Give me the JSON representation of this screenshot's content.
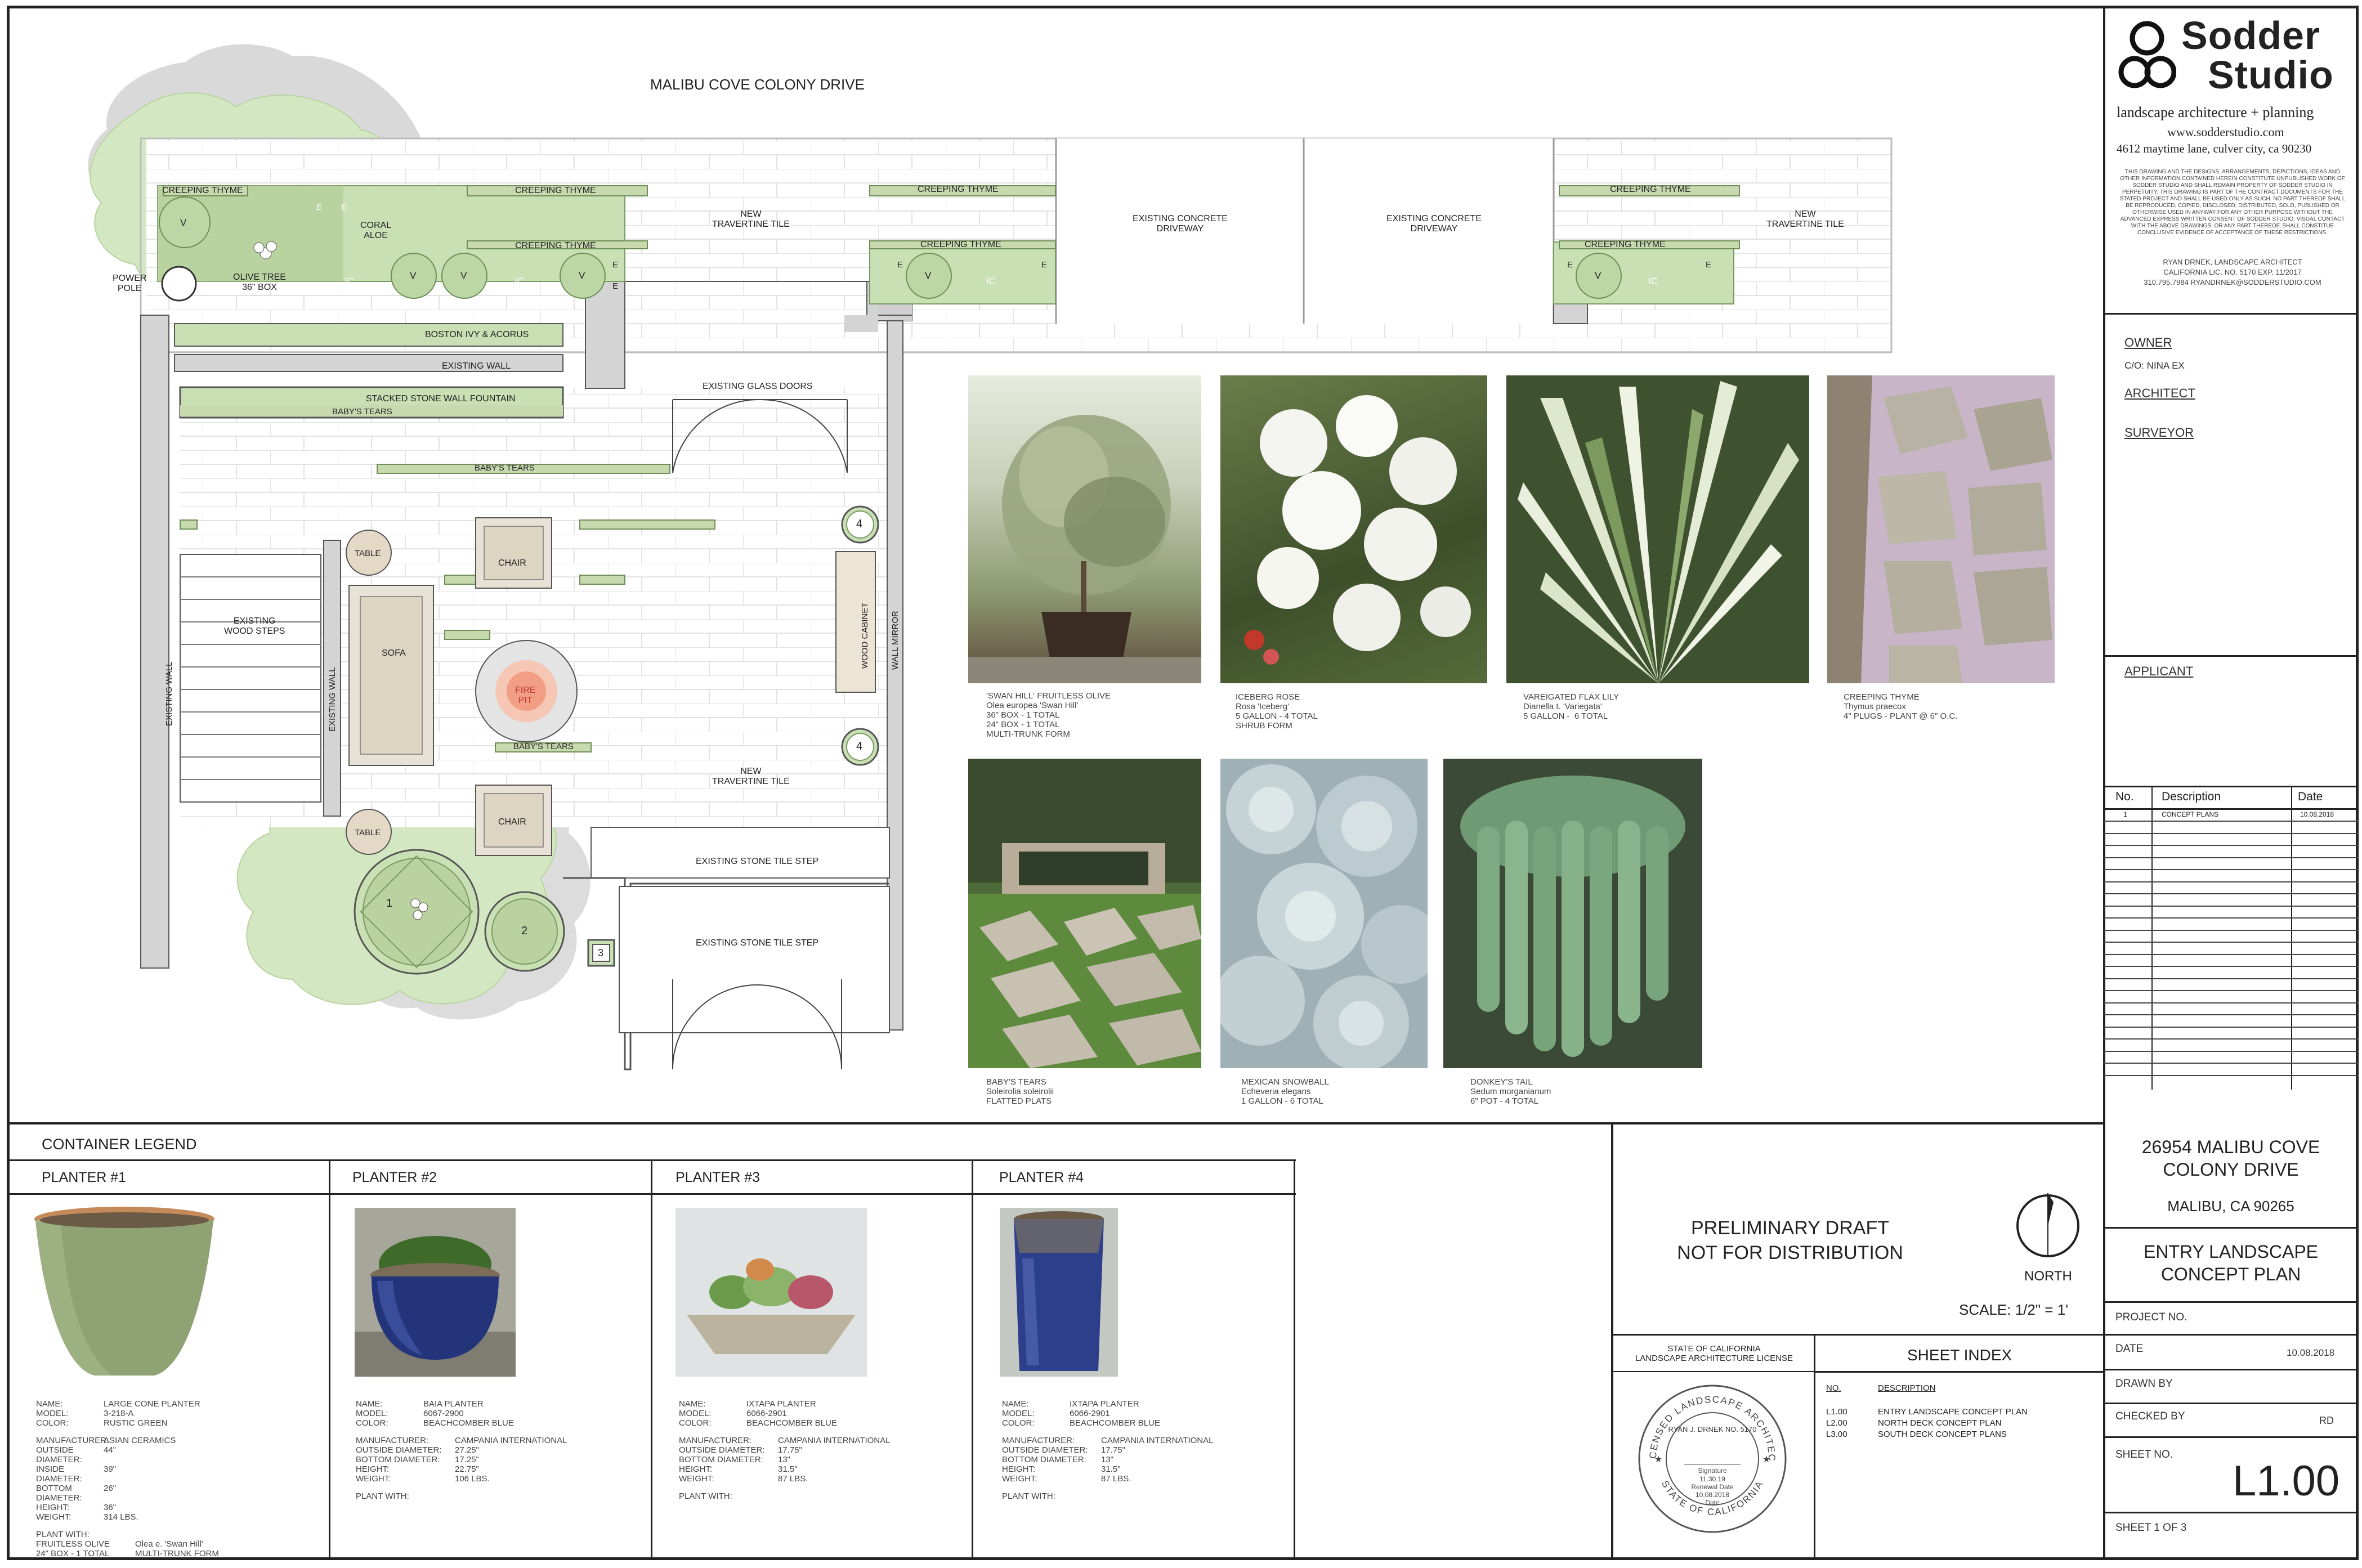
{
  "plan": {
    "street": "MALIBU COVE COLONY DRIVE",
    "labels": {
      "creeping_thyme": "CREEPING THYME",
      "new_travertine": "NEW\nTRAVERTINE TILE",
      "existing_driveway": "EXISTING CONCRETE\nDRIVEWAY",
      "coral_aloe": "CORAL\nALOE",
      "olive_tree": "OLIVE TREE\n36\" BOX",
      "power_pole": "POWER\nPOLE",
      "boston_ivy": "BOSTON IVY & ACORUS",
      "existing_wall": "EXISTING WALL",
      "fountain": "STACKED STONE WALL FOUNTAIN",
      "babys_tears": "BABY'S TEARS",
      "glass_doors": "EXISTING GLASS DOORS",
      "table": "TABLE",
      "chair": "CHAIR",
      "sofa": "SOFA",
      "fire_pit": "FIRE\nPIT",
      "wood_steps": "EXISTING\nWOOD STEPS",
      "wood_cabinet": "WOOD CABINET",
      "wall_mirror": "WALL MIRROR",
      "stone_step": "EXISTING STONE TILE STEP",
      "ic": "IC",
      "v": "V",
      "e": "E",
      "n1": "1",
      "n2": "2",
      "n3": "3",
      "n4": "4"
    }
  },
  "plants": [
    {
      "caption": "'SWAN HILL' FRUITLESS OLIVE\nOlea europea 'Swan Hill'\n36\" BOX - 1 TOTAL\n24\" BOX - 1 TOTAL\nMULTI-TRUNK FORM"
    },
    {
      "caption": "ICEBERG ROSE\nRosa 'Iceberg'\n5 GALLON - 4 TOTAL\nSHRUB FORM"
    },
    {
      "caption": "VAREIGATED FLAX LILY\nDianella t. 'Variegata'\n5 GALLON -  6 TOTAL"
    },
    {
      "caption": "CREEPING THYME\nThymus praecox\n4\" PLUGS - PLANT @ 6\" O.C."
    },
    {
      "caption": "BABY'S TEARS\nSoleirolia soleirolii\nFLATTED PLATS"
    },
    {
      "caption": "MEXICAN SNOWBALL\nEcheveria elegans\n1 GALLON - 6 TOTAL"
    },
    {
      "caption": "DONKEY'S TAIL\nSedum morganianum\n6\" POT - 4 TOTAL"
    }
  ],
  "legend": {
    "title": "CONTAINER LEGEND",
    "planters": [
      {
        "heading": "PLANTER #1",
        "name": "LARGE CONE PLANTER",
        "model": "3-218-A",
        "color": "RUSTIC GREEN",
        "manufacturer": "ASIAN CERAMICS",
        "dims": [
          [
            "OUTSIDE DIAMETER:",
            "44\""
          ],
          [
            "INSIDE DIAMETER:",
            "39\""
          ],
          [
            "BOTTOM DIAMETER:",
            "26\""
          ],
          [
            "HEIGHT:",
            "36\""
          ],
          [
            "WEIGHT:",
            "314 LBS."
          ]
        ],
        "plant_with": "PLANT WITH:",
        "plant_rows": [
          [
            "FRUITLESS OLIVE",
            "Olea e. 'Swan Hill'"
          ],
          [
            "24\" BOX - 1 TOTAL",
            "MULTI-TRUNK FORM"
          ]
        ]
      },
      {
        "heading": "PLANTER #2",
        "name": "BAIA PLANTER",
        "model": "6067-2900",
        "color": "BEACHCOMBER BLUE",
        "manufacturer": "CAMPANIA INTERNATIONAL",
        "dims": [
          [
            "OUTSIDE DIAMETER:",
            "27.25\""
          ],
          [
            "BOTTOM DIAMETER:",
            "17.25\""
          ],
          [
            "HEIGHT:",
            "22.75\""
          ],
          [
            "WEIGHT:",
            "106 LBS."
          ]
        ],
        "plant_with": "PLANT WITH:",
        "plant_rows": []
      },
      {
        "heading": "PLANTER #3",
        "name": "IXTAPA PLANTER",
        "model": "6066-2901",
        "color": "BEACHCOMBER BLUE",
        "manufacturer": "CAMPANIA INTERNATIONAL",
        "dims": [
          [
            "OUTSIDE DIAMETER:",
            "17.75\""
          ],
          [
            "BOTTOM DIAMETER:",
            "13\""
          ],
          [
            "HEIGHT:",
            "31.5\""
          ],
          [
            "WEIGHT:",
            "87 LBS."
          ]
        ],
        "plant_with": "PLANT WITH:",
        "plant_rows": []
      },
      {
        "heading": "PLANTER #4",
        "name": "IXTAPA PLANTER",
        "model": "6066-2901",
        "color": "BEACHCOMBER BLUE",
        "manufacturer": "CAMPANIA INTERNATIONAL",
        "dims": [
          [
            "OUTSIDE DIAMETER:",
            "17.75\""
          ],
          [
            "BOTTOM DIAMETER:",
            "13\""
          ],
          [
            "HEIGHT:",
            "31.5\""
          ],
          [
            "WEIGHT:",
            "87 LBS."
          ]
        ],
        "plant_with": "PLANT WITH:",
        "plant_rows": []
      }
    ],
    "keys": {
      "name": "NAME:",
      "model": "MODEL:",
      "color": "COLOR:",
      "manufacturer": "MANUFACTURER:"
    }
  },
  "notes": {
    "draft": "PRELIMINARY DRAFT\nNOT FOR DISTRIBUTION",
    "north": "NORTH",
    "scale": "SCALE:  1/2\" = 1'",
    "license": "STATE OF CALIFORNIA\nLANDSCAPE ARCHITECTURE LICENSE",
    "seal": {
      "top": "LICENSED LANDSCAPE ARCHITECT",
      "bottom": "STATE OF CALIFORNIA",
      "name": "RYAN J. DRNEK  NO. 5170",
      "signature": "Signature",
      "expires": "11.30.19",
      "renewal": "Renewal Date",
      "date": "10.08.2018",
      "date_label": "Date"
    }
  },
  "sheet_index": {
    "title": "SHEET INDEX",
    "col_no": "NO.",
    "col_desc": "DESCRIPTION",
    "rows": [
      [
        "L1.00",
        "ENTRY LANDSCAPE CONCEPT PLAN"
      ],
      [
        "L2.00",
        "NORTH DECK CONCEPT PLAN"
      ],
      [
        "L3.00",
        "SOUTH DECK CONCEPT PLANS"
      ]
    ]
  },
  "titleblock": {
    "firm_line1": "Sodder",
    "firm_line2": "Studio",
    "tagline": "landscape architecture + planning",
    "website": "www.sodderstudio.com",
    "address": "4612 maytime lane, culver city, ca   90230",
    "disclaimer": "THIS DRAWING AND THE DESIGNS, ARRANGEMENTS, DEPICTIONS, IDEAS AND OTHER INFORMATION CONTAINED HEREIN CONSTITUTE UNPUBLISHED WORK OF SODDER STUDIO AND SHALL REMAIN PROPERTY OF SODDER STUDIO IN PERPETUITY. THIS DRAWING IS PART OF THE CONTRACT DOCUMENTS FOR THE STATED PROJECT AND SHALL BE USED ONLY AS SUCH. NO PART THEREOF SHALL BE REPRODUCED, COPIED, DISCLOSED, DISTRIBUTED, SOLD, PUBLISHED OR OTHERWISE USED IN ANYWAY FOR ANY OTHER PURPOSE WITHOUT THE ADVANCED EXPRESS WRITTEN CONSENT OF SODDER STUDIO. VISUAL CONTACT WITH THE ABOVE DRAWINGS, OR ANY PART THEREOF, SHALL CONSTITUE CONCLUSIVE EVIDENCE OF ACCEPTANCE OF THESE RESTRICTIONS.",
    "architect_line1": "RYAN DRNEK, LANDSCAPE ARCHITECT",
    "architect_line2": "CALIFORNIA LIC. NO. 5170   EXP. 11/2017",
    "architect_line3": "310.795.7984 RYANDRNEK@SODDERSTUDIO.COM",
    "owner": "OWNER",
    "owner_co": "C/O:   NINA EX",
    "architect": "ARCHITECT",
    "surveyor": "SURVEYOR",
    "applicant": "APPLICANT",
    "rev_no": "No.",
    "rev_desc": "Description",
    "rev_date": "Date",
    "rev_1_no": "1",
    "rev_1_desc": "CONCEPT PLANS",
    "rev_1_date": "10.08.2018",
    "address_line1": "26954 MALIBU COVE",
    "address_line2": "COLONY DRIVE",
    "city": "MALIBU, CA 90265",
    "sheet_title1": "ENTRY LANDSCAPE",
    "sheet_title2": "CONCEPT PLAN",
    "project_no": "PROJECT NO.",
    "date_label": "DATE",
    "date_value": "10.08.2018",
    "drawn_by": "DRAWN BY",
    "checked_by": "CHECKED BY",
    "checked_value": "RD",
    "sheet_no": "SHEET NO.",
    "sheet_value": "L1.00",
    "sheet_of": "SHEET 1 OF 3"
  },
  "colors": {
    "ink": "#222222",
    "plant_green": "#c9dfb4",
    "thyme_bar": "#c8d9b0",
    "paving_line": "#dcdcdc"
  }
}
